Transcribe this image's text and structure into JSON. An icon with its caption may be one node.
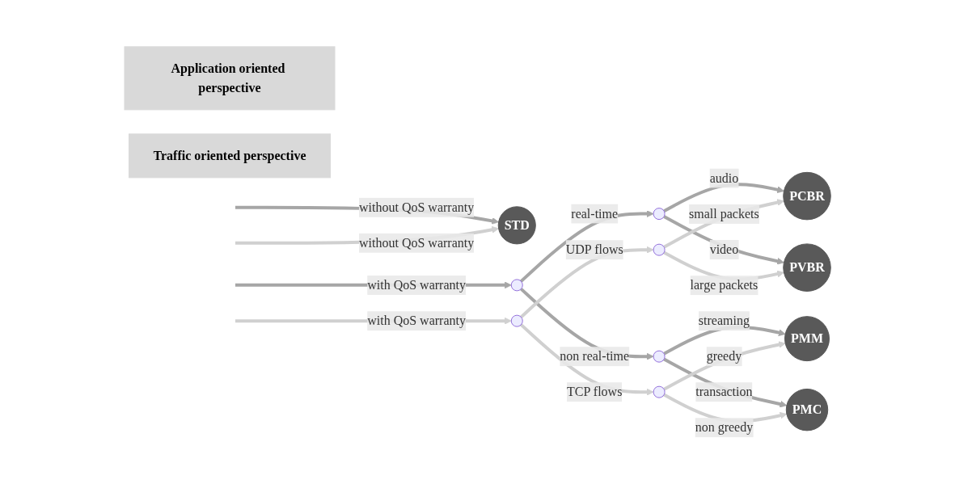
{
  "diagram": {
    "nodes": [
      {
        "text": [
          "Application oriented perspective"
        ]
      },
      {
        "text": [
          "Traffic oriented perspective"
        ]
      },
      {
        "text": [
          "PCBR"
        ]
      },
      {
        "text": [
          "PVBR"
        ]
      },
      {
        "text": [
          "PMM"
        ]
      },
      {
        "text": [
          "PMC"
        ]
      },
      {
        "text": [
          "STD"
        ]
      },
      {
        "text": [],
        "shape": "point"
      },
      {
        "text": [],
        "shape": "point"
      },
      {
        "text": [],
        "shape": "point"
      },
      {
        "text": [],
        "shape": "point"
      },
      {
        "text": [],
        "shape": "point"
      },
      {
        "text": [],
        "shape": "point"
      }
    ],
    "edges": [
      {
        "from": null,
        "to": 7,
        "arrow": "to",
        "label": "with QoS warranty",
        "color": "#a6a6a6"
      },
      {
        "from": 7,
        "to": 8,
        "arrow": "to",
        "label": "real-time",
        "color": "#a6a6a6"
      },
      {
        "from": 7,
        "to": 9,
        "arrow": "to",
        "label": "non real-time",
        "color": "#a6a6a6"
      },
      {
        "from": 8,
        "to": 2,
        "arrow": "to",
        "label": "audio",
        "color": "#a6a6a6"
      },
      {
        "from": 8,
        "to": 3,
        "arrow": "to",
        "label": "video",
        "color": "#a6a6a6"
      },
      {
        "from": 9,
        "to": 4,
        "arrow": "to",
        "label": "streaming",
        "color": "#a6a6a6"
      },
      {
        "from": 9,
        "to": 5,
        "arrow": "to",
        "label": "transaction",
        "color": "#a6a6a6"
      },
      {
        "from": null,
        "to": 6,
        "arrow": "to",
        "label": "without QoS warranty",
        "color": "#a6a6a6"
      },
      {
        "from": null,
        "to": 10,
        "arrow": "to",
        "label": "with QoS warranty",
        "color": "#d0d0d0"
      },
      {
        "from": 10,
        "to": 11,
        "arrow": "to",
        "label": "UDP flows",
        "color": "#d0d0d0"
      },
      {
        "from": 10,
        "to": 12,
        "arrow": "to",
        "label": "TCP flows",
        "color": "#d0d0d0"
      },
      {
        "from": 11,
        "to": 2,
        "arrow": "to",
        "label": "small packets",
        "color": "#d0d0d0"
      },
      {
        "from": 11,
        "to": 3,
        "arrow": "to",
        "label": "large packets",
        "color": "#d0d0d0"
      },
      {
        "from": 12,
        "to": 4,
        "arrow": "to",
        "label": "greedy",
        "color": "#d0d0d0"
      },
      {
        "from": 12,
        "to": 5,
        "arrow": "to",
        "label": "non greedy",
        "color": "#d0d0d0"
      },
      {
        "from": null,
        "to": 6,
        "arrow": "to",
        "label": "without QoS warranty",
        "color": "#d0d0d0"
      }
    ]
  }
}
